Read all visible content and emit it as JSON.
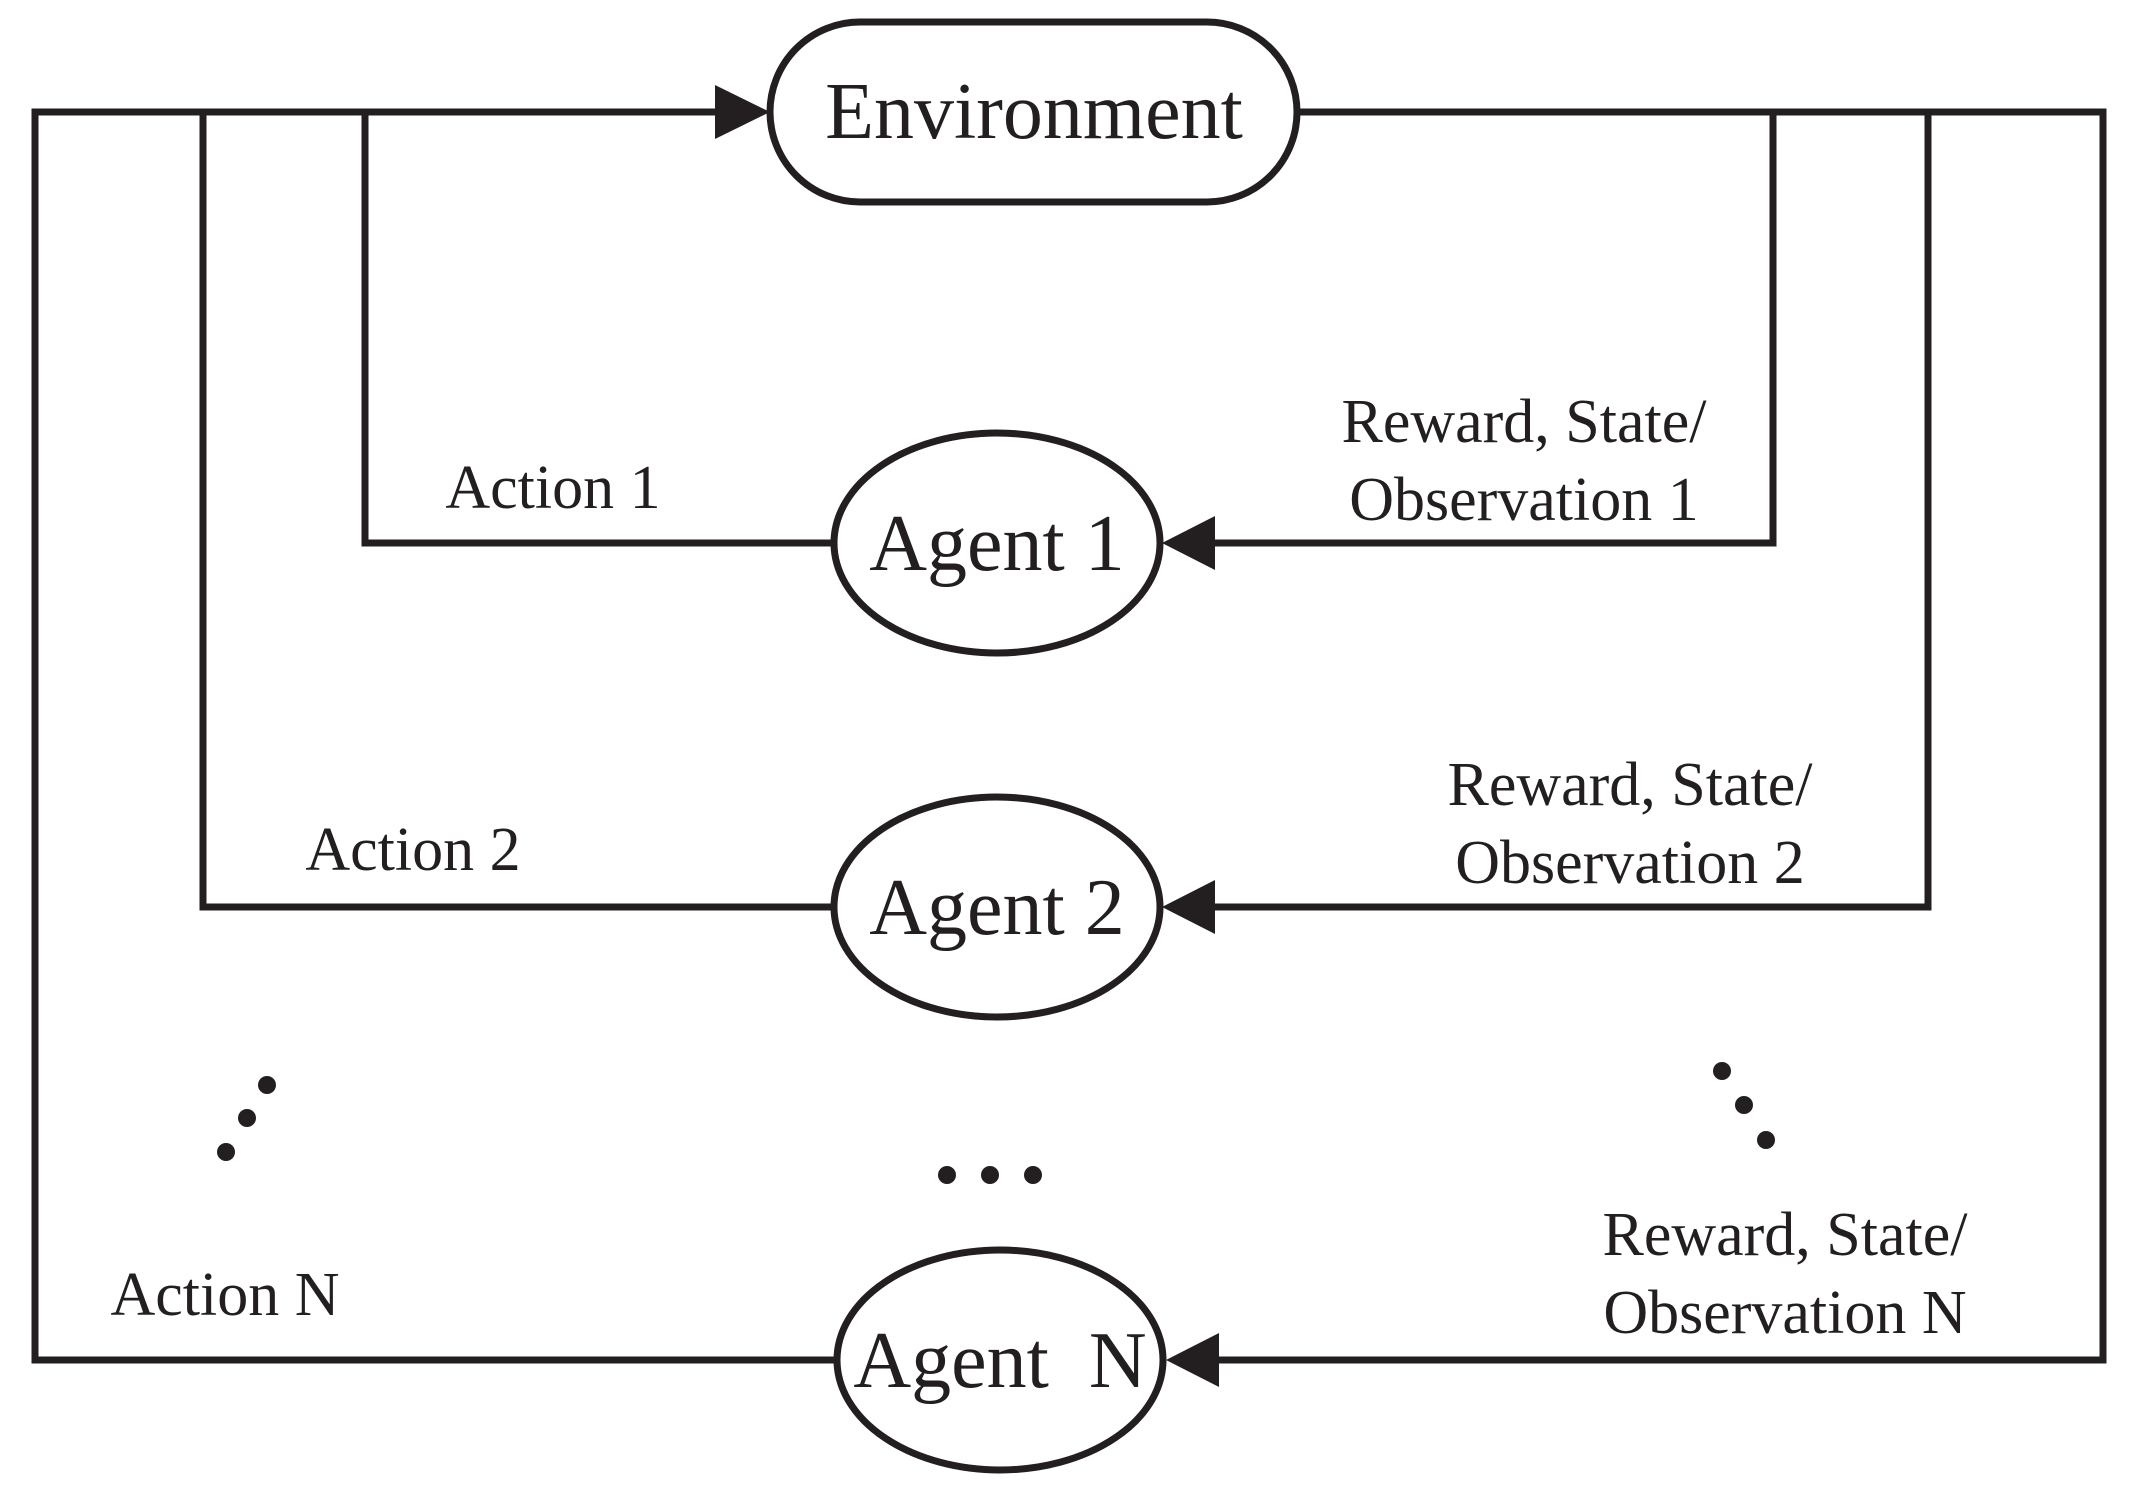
{
  "diagram": {
    "nodes": {
      "environment": "Environment",
      "agent_1": "Agent 1",
      "agent_2": "Agent 2",
      "agent_n": "Agent  N"
    },
    "edges": {
      "action_1": "Action 1",
      "action_2": "Action 2",
      "action_n": "Action N",
      "reward_1_line1": "Reward, State/",
      "reward_1_line2": "Observation 1",
      "reward_2_line1": "Reward, State/",
      "reward_2_line2": "Observation 2",
      "reward_n_line1": "Reward, State/",
      "reward_n_line2": "Observation N"
    },
    "colors": {
      "ink": "#231f20",
      "background": "#ffffff"
    }
  }
}
